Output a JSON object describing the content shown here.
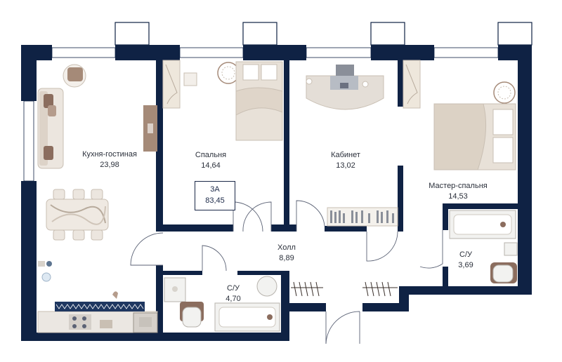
{
  "colors": {
    "wall": "#0f2244",
    "window": "#ffffff",
    "furniture_fill": "#e9e3db",
    "furniture_stroke": "#c9bfb3",
    "accent_wood": "#a58a78",
    "text": "#2a2f3a"
  },
  "apartment": {
    "type": "3А",
    "area": "83,45"
  },
  "rooms": [
    {
      "key": "kitchen",
      "name": "Кухня-гостиная",
      "area": "23,98"
    },
    {
      "key": "bedroom",
      "name": "Спальня",
      "area": "14,64"
    },
    {
      "key": "office",
      "name": "Кабинет",
      "area": "13,02"
    },
    {
      "key": "master",
      "name": "Мастер-спальня",
      "area": "14,53"
    },
    {
      "key": "hall",
      "name": "Холл",
      "area": "8,89"
    },
    {
      "key": "bath1",
      "name": "С/У",
      "area": "4,70"
    },
    {
      "key": "bath2",
      "name": "С/У",
      "area": "3,69"
    }
  ]
}
